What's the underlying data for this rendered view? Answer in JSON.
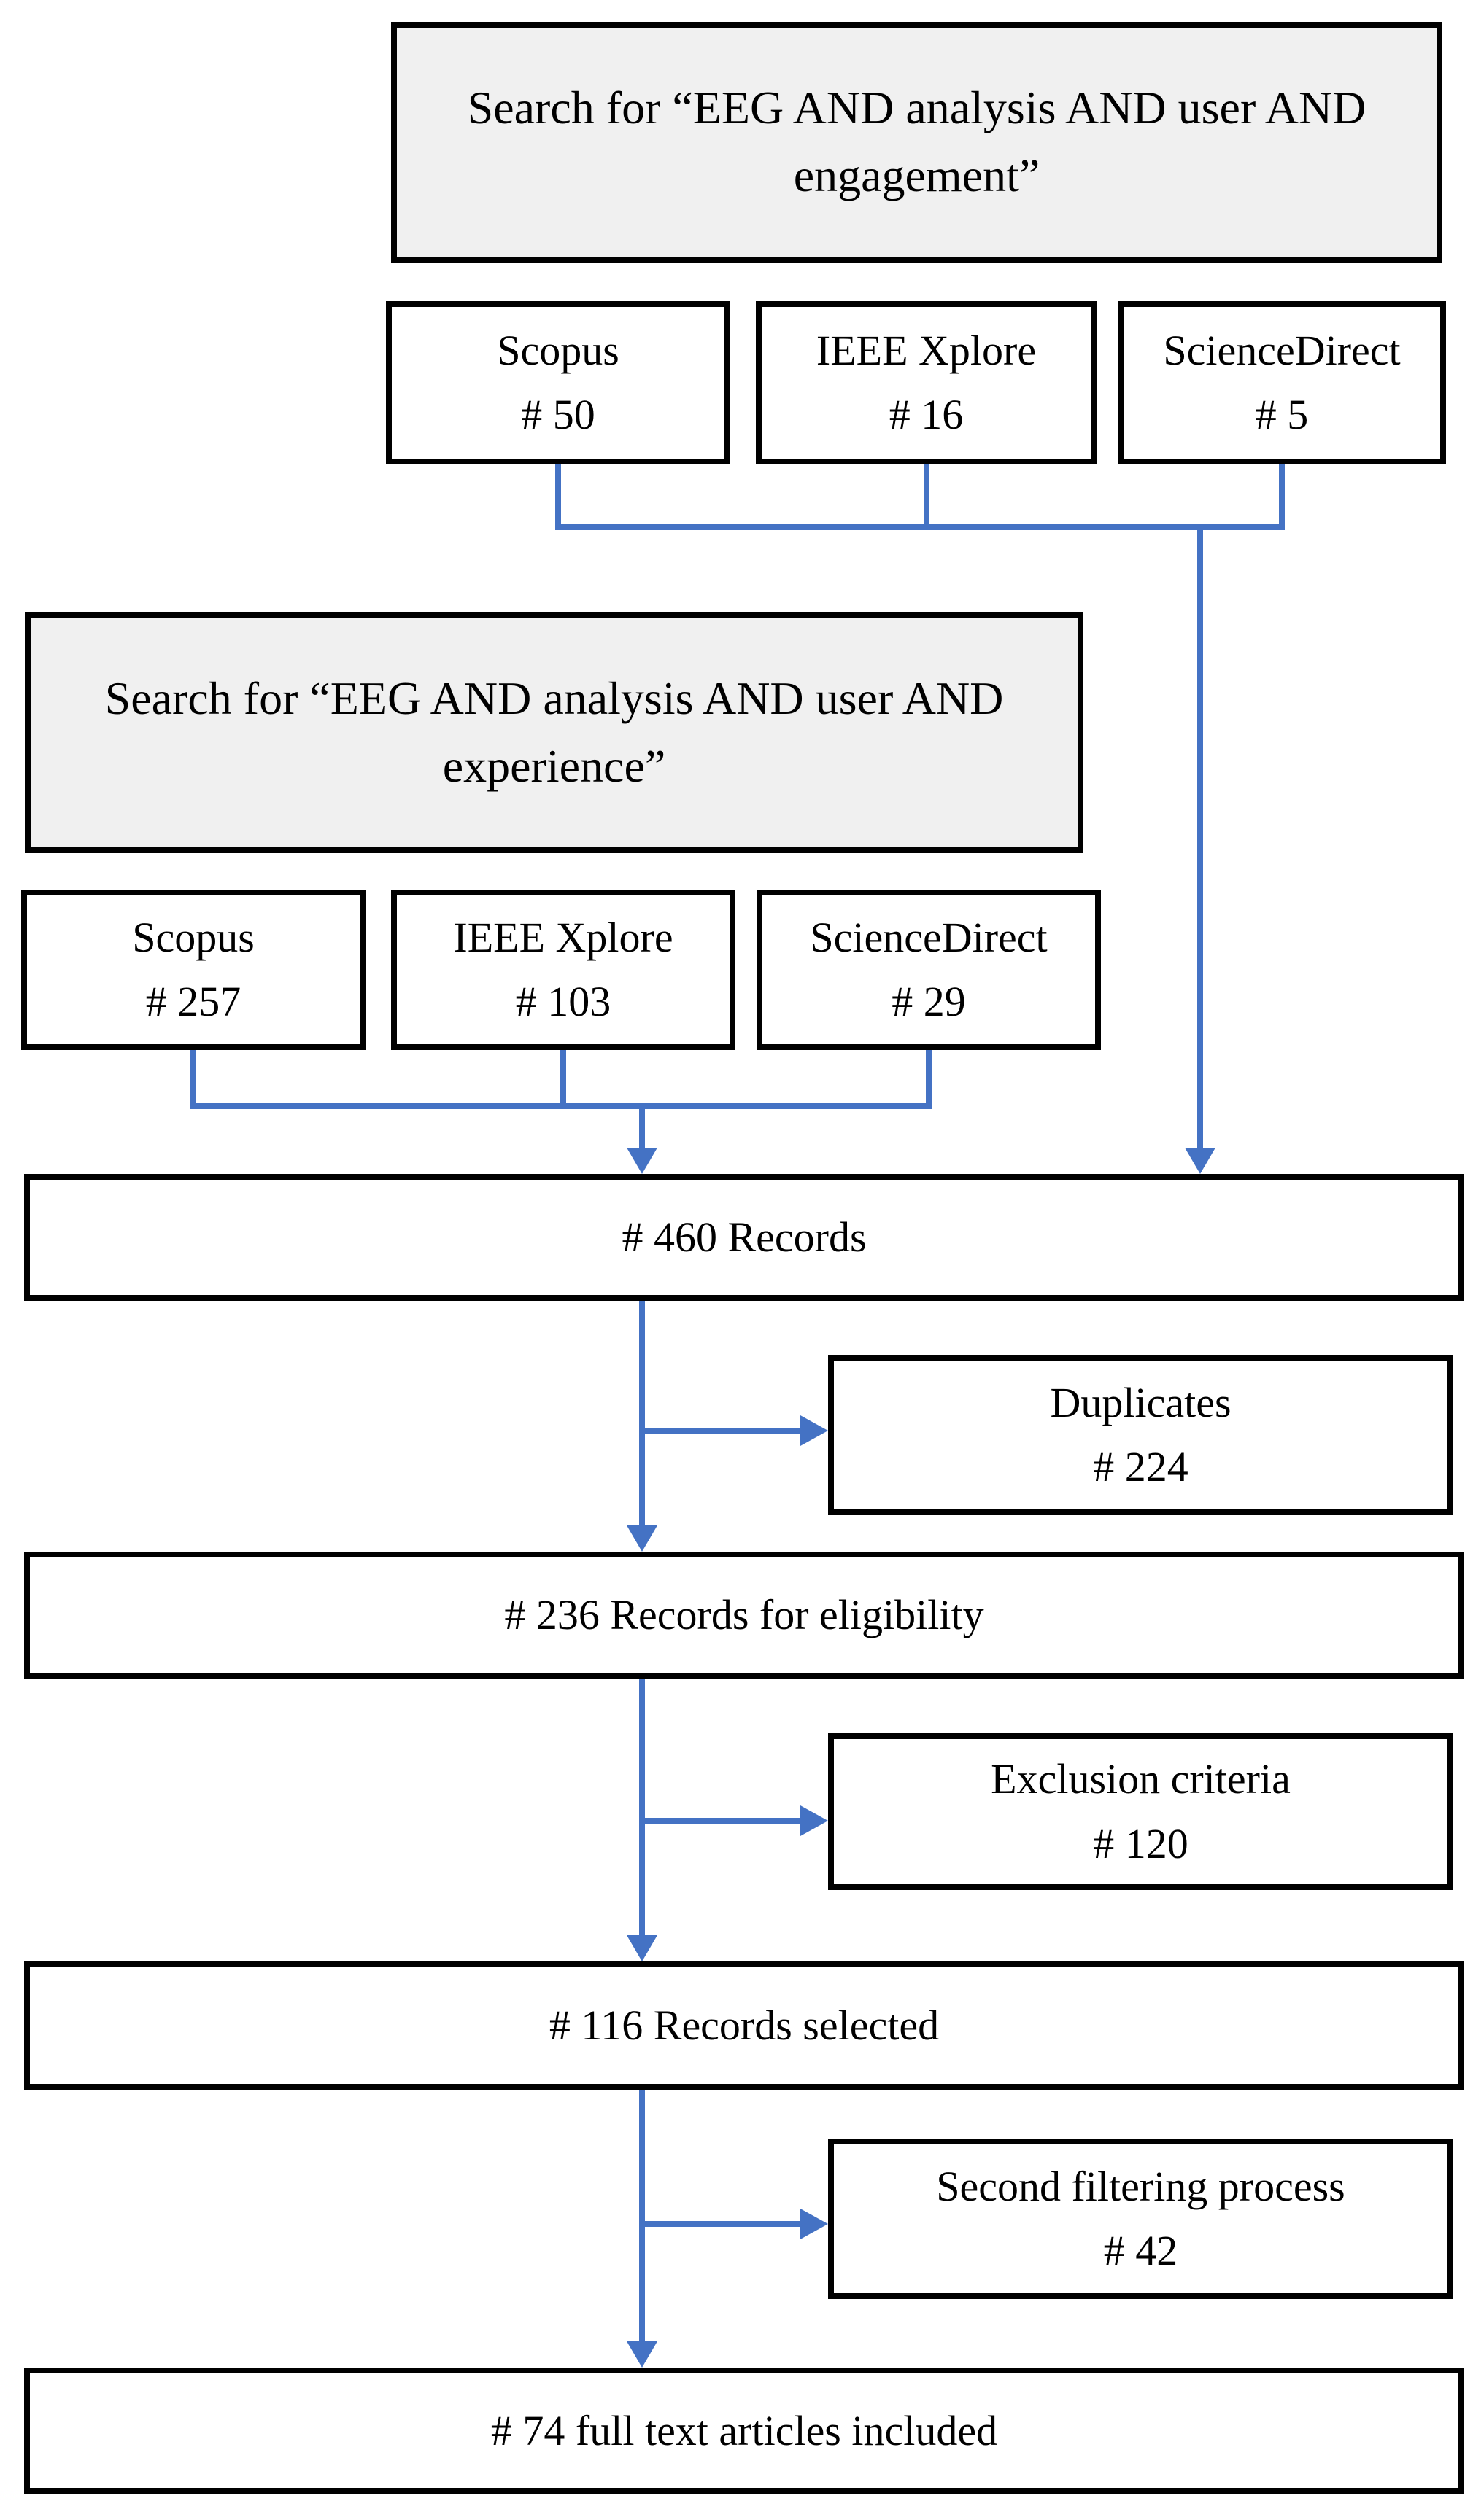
{
  "colors": {
    "connector_blue": "#4472C4",
    "box_border_black": "#000000",
    "search_box_gray": "#F0F0F0",
    "background_white": "#FFFFFF"
  },
  "group_engagement": {
    "search_label": "Search for “EEG AND analysis AND user AND\nengagement”",
    "sources": [
      {
        "name": "Scopus",
        "count": "# 50"
      },
      {
        "name": "IEEE Xplore",
        "count": "# 16"
      },
      {
        "name": "ScienceDirect",
        "count": "# 5"
      }
    ]
  },
  "group_experience": {
    "search_label": "Search for “EEG AND analysis AND user AND\nexperience”",
    "sources": [
      {
        "name": "Scopus",
        "count": "# 257"
      },
      {
        "name": "IEEE Xplore",
        "count": "# 103"
      },
      {
        "name": "ScienceDirect",
        "count": "# 29"
      }
    ]
  },
  "pipeline": {
    "records_total": "# 460 Records",
    "duplicates": {
      "title": "Duplicates",
      "count": "# 224"
    },
    "records_eligibility": "# 236 Records for eligibility",
    "exclusion": {
      "title": "Exclusion criteria",
      "count": "# 120"
    },
    "records_selected": "# 116 Records selected",
    "second_filtering": {
      "title": "Second filtering process",
      "count": "# 42"
    },
    "full_text_included": "# 74 full text articles included"
  }
}
